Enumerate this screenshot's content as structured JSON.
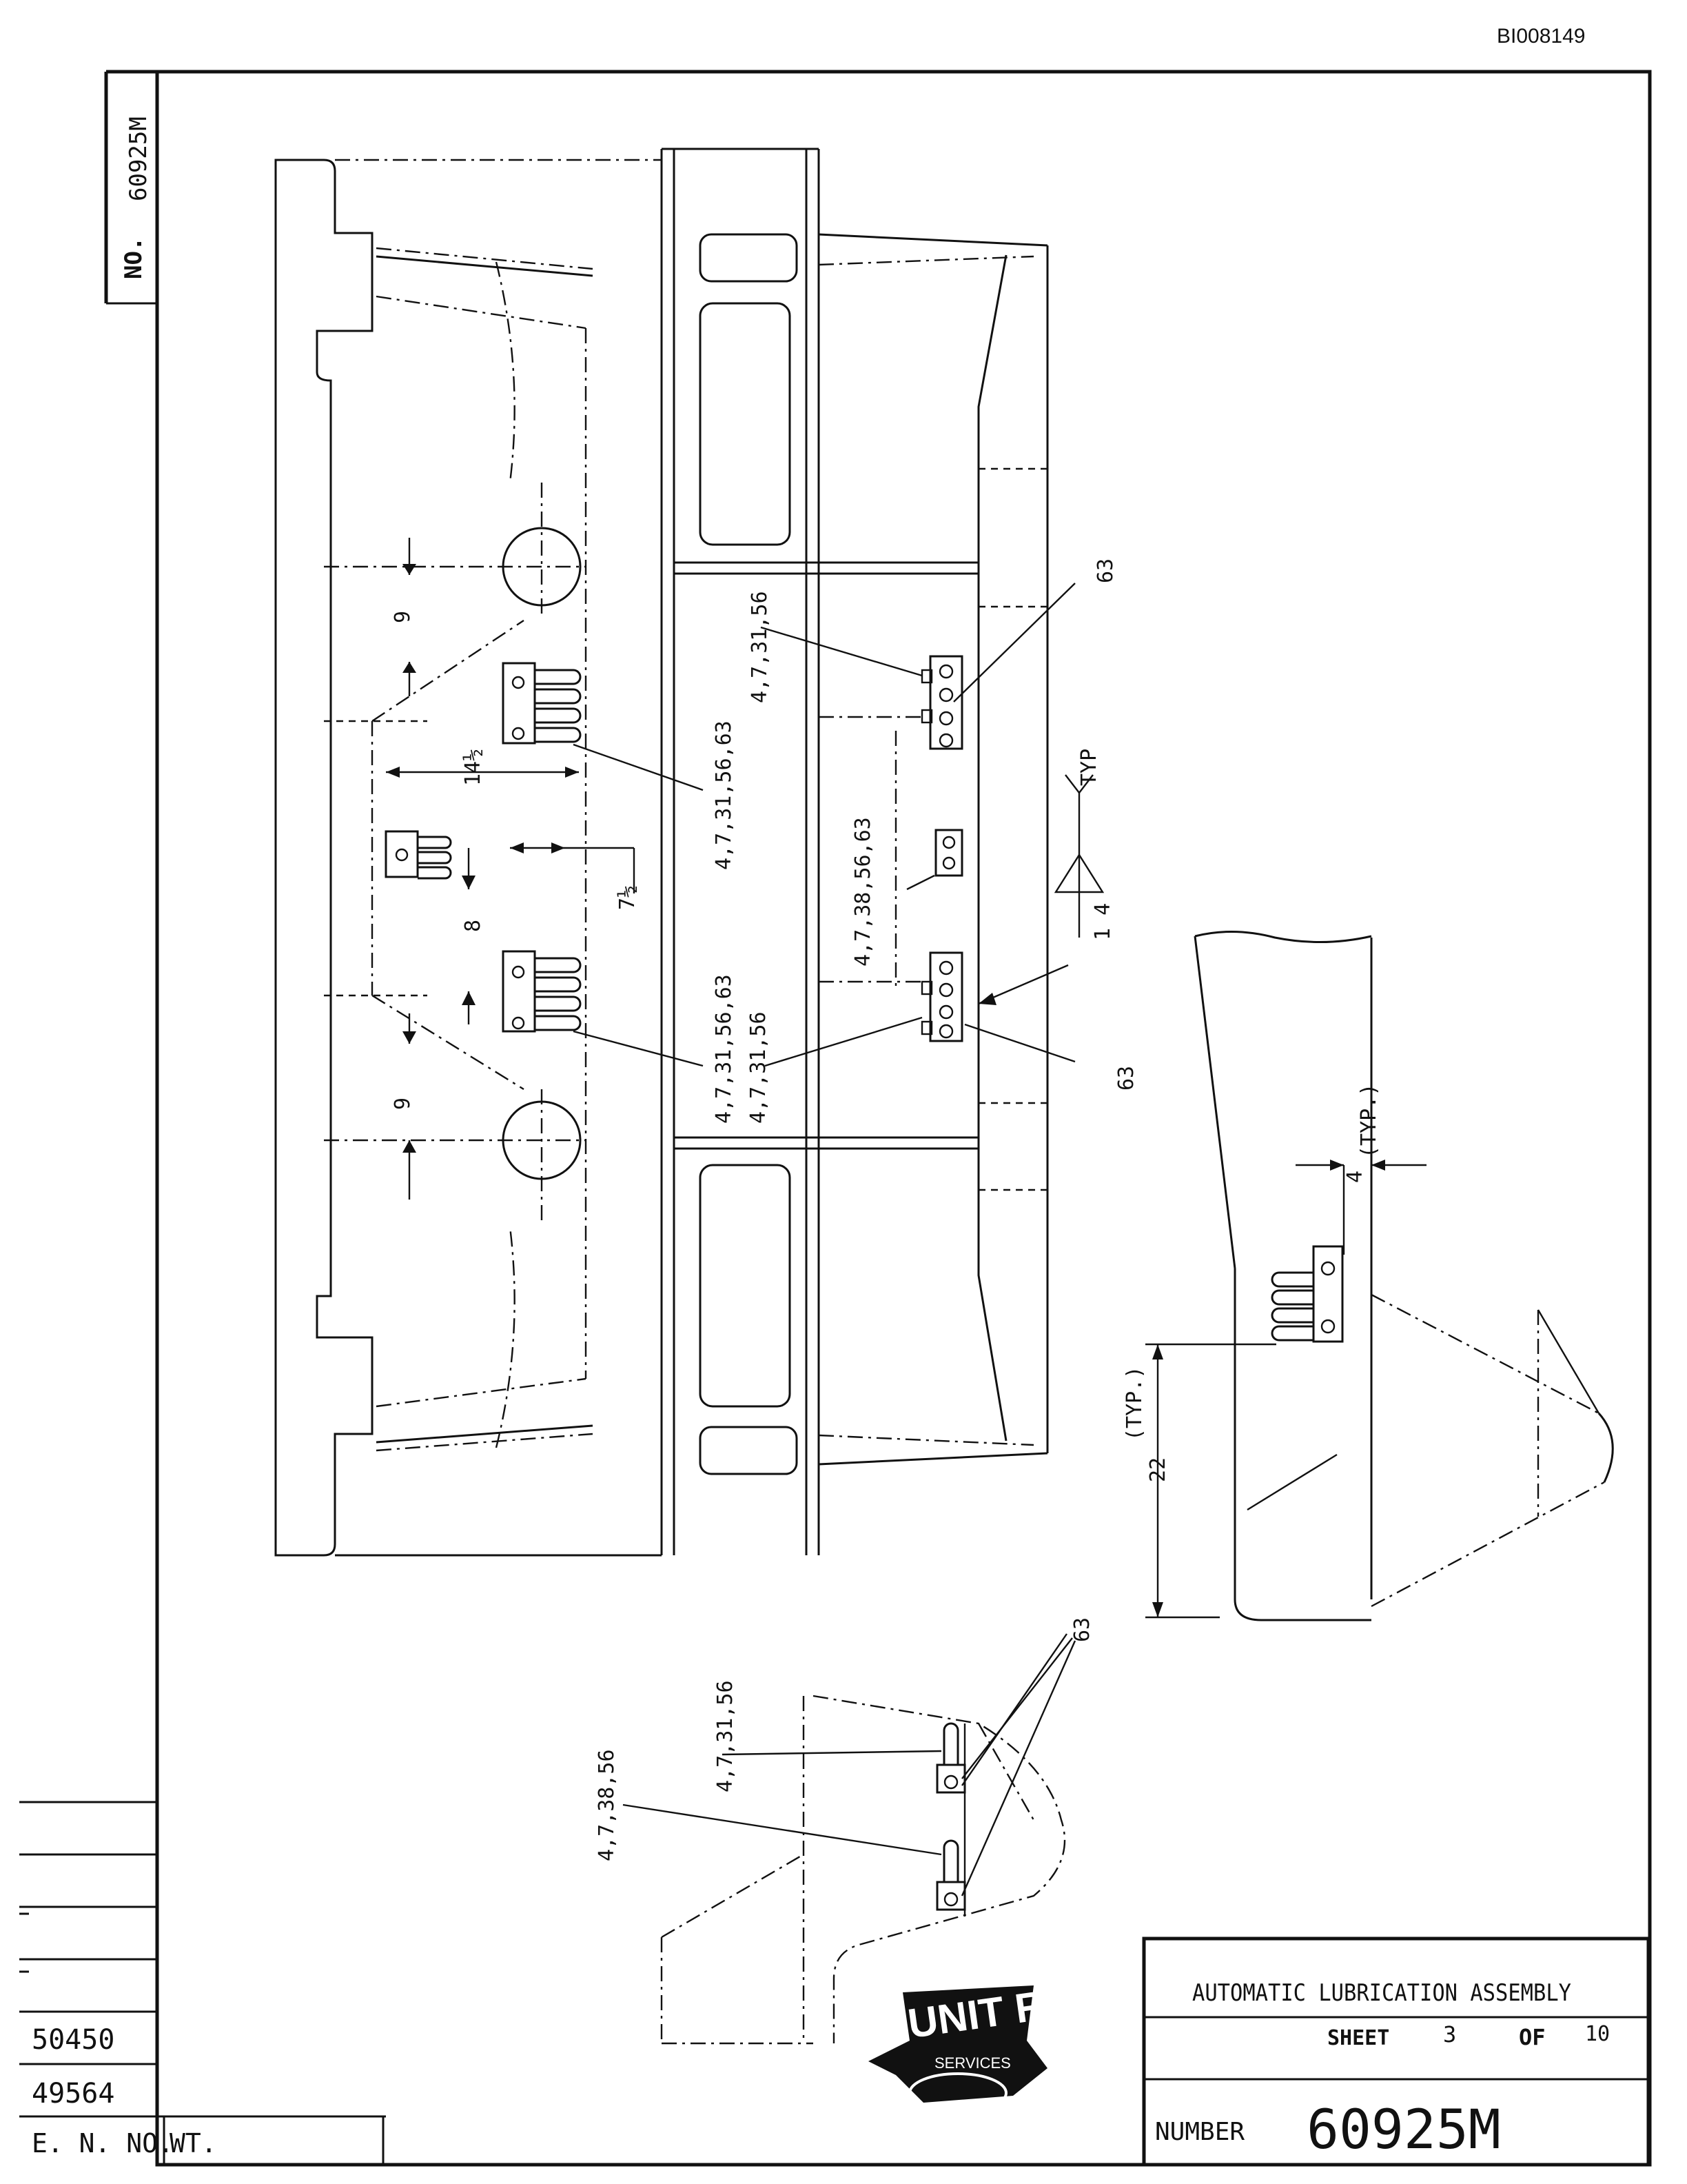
{
  "document_id": "BI008149",
  "side_tab": {
    "no_label": "NO.",
    "number": "60925M"
  },
  "revision_block": {
    "rows": [
      "50450",
      "49564"
    ],
    "en_no_label": "E. N. NO.",
    "wt_label": "WT."
  },
  "title_block": {
    "title": "AUTOMATIC LUBRICATION ASSEMBLY",
    "sheet_label": "SHEET",
    "sheet_number": "3",
    "of_label": "OF",
    "sheet_total": "10",
    "number_label": "NUMBER",
    "drawing_number": "60925M"
  },
  "logo": {
    "text": "UNIT RIG",
    "subtext": "SERVICES"
  },
  "callouts": {
    "c1": "4,7,31,56",
    "c2": "4,7,31,56,63",
    "c3": "4,7,38,56,63",
    "c4": "4,7,31,56,63",
    "c5": "4,7,31,56",
    "c6": "4,7,31,56",
    "c7": "4,7,38,56",
    "ref63_a": "63",
    "ref63_b": "63",
    "ref63_c": "63"
  },
  "dimensions": {
    "d9_top": "9",
    "d14": "14½",
    "d8": "8",
    "d7": "7½",
    "d9_bottom": "9",
    "weld_typ": "TYP",
    "weld_size": "1 4",
    "dim4": "4",
    "dim4_typ": "(TYP.)",
    "dim22": "22",
    "dim22_typ": "(TYP.)"
  }
}
